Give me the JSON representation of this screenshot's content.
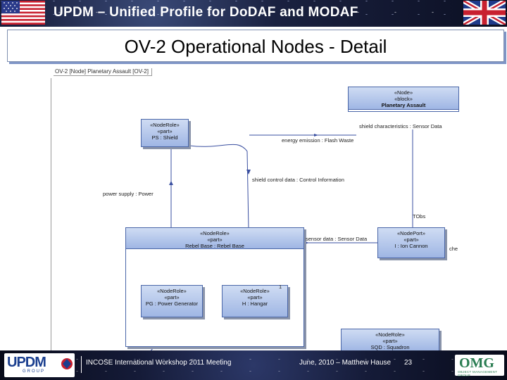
{
  "banner": {
    "title": "UPDM – Unified Profile for DoDAF and MODAF"
  },
  "slide": {
    "title": "OV-2 Operational Nodes - Detail"
  },
  "diagram": {
    "frame_label": "OV-2 [Node] Planetary Assault [OV-2]",
    "nodes": {
      "planetary_assault": {
        "stereotype1": "«Node»",
        "stereotype2": "«block»",
        "name": "Planetary Assault"
      },
      "shield": {
        "stereotype1": "«NodeRole»",
        "stereotype2": "«part»",
        "name": "PS : Shield"
      },
      "rebel_base": {
        "stereotype1": "«NodeRole»",
        "stereotype2": "«part»",
        "name": "Rebel Base : Rebel Base"
      },
      "ion_cannon": {
        "stereotype1": "«NodePort»",
        "stereotype2": "«part»",
        "name": "I : Ion Cannon"
      },
      "power_generator": {
        "stereotype1": "«NodeRole»",
        "stereotype2": "«part»",
        "name": "PG : Power Generator"
      },
      "hangar": {
        "stereotype1": "«NodeRole»",
        "stereotype2": "«part»",
        "name": "H : Hangar"
      },
      "squadron": {
        "stereotype1": "«NodeRole»",
        "stereotype2": "«part»",
        "name": "SQD : Squadron"
      }
    },
    "labels": {
      "shield_characteristics": "shield characteristics : Sensor Data",
      "energy_emission": "energy emission : Flash Waste",
      "shield_control": "shield control data : Control Information",
      "power_supply": "power supply : Power",
      "sensor_data": "sensor data : Sensor Data",
      "tobs": "TObs",
      "multiplicity": "1",
      "edge_cut": "che"
    }
  },
  "footer": {
    "event": "INCOSE International Workshop 2011 Meeting",
    "date_author": "June, 2010 – Matthew Hause",
    "page": "23",
    "logo_left": "UPDM",
    "logo_left_sub": "GROUP",
    "logo_right": "OMG",
    "logo_right_sub": "OBJECT MANAGEMENT GROUP"
  }
}
